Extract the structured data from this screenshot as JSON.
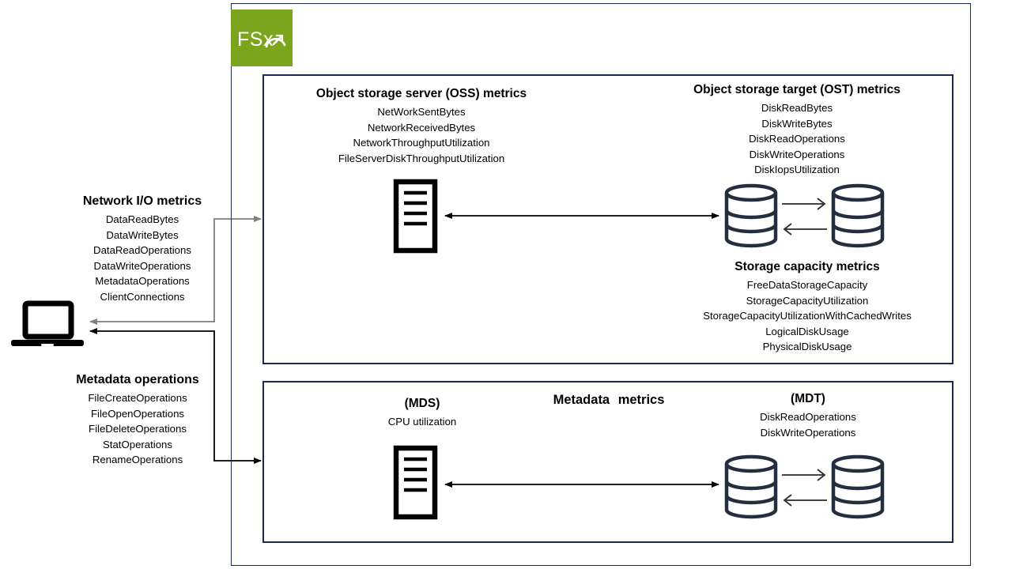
{
  "colors": {
    "navy": "#1b2b4d",
    "ink": "#232f3e",
    "green": "#7ca51e",
    "gray_arrow": "#7f7f7f",
    "black": "#000000"
  },
  "logo": {
    "label": "FSx",
    "icon": "gauge-icon"
  },
  "icons": {
    "laptop-icon": "client computer",
    "server-icon": "file server (rectangle with line list)",
    "database-icon": "storage disk cylinder",
    "gauge-icon": "speedometer gauge in FSx logo"
  },
  "client": {
    "network_io": {
      "title": "Network I/O metrics",
      "items": [
        "DataReadBytes",
        "DataWriteBytes",
        "DataReadOperations",
        "DataWriteOperations",
        "MetadataOperations",
        "ClientConnections"
      ]
    },
    "metadata_operations": {
      "title": "Metadata operations",
      "items": [
        "FileCreateOperations",
        "FileOpenOperations",
        "FileDeleteOperations",
        "StatOperations",
        "RenameOperations"
      ]
    }
  },
  "oss_box": {
    "oss": {
      "title": "Object storage server (OSS) metrics",
      "items": [
        "NetWorkSentBytes",
        "NetworkReceivedBytes",
        "NetworkThroughputUtilization",
        "FileServerDiskThroughputUtilization"
      ]
    },
    "ost": {
      "title": "Object storage target (OST) metrics",
      "items": [
        "DiskReadBytes",
        "DiskWriteBytes",
        "DiskReadOperations",
        "DiskWriteOperations",
        "DiskIopsUtilization"
      ]
    },
    "storage_capacity": {
      "title": "Storage capacity metrics",
      "items": [
        "FreeDataStorageCapacity",
        "StorageCapacityUtilization",
        "StorageCapacityUtilizationWithCachedWrites",
        "LogicalDiskUsage",
        "PhysicalDiskUsage"
      ]
    }
  },
  "metadata_box": {
    "title": "Metadata metrics",
    "mds": {
      "title": "(MDS)",
      "items": [
        "CPU utilization"
      ]
    },
    "mdt": {
      "title": "(MDT)",
      "items": [
        "DiskReadOperations",
        "DiskWriteOperations"
      ]
    }
  }
}
